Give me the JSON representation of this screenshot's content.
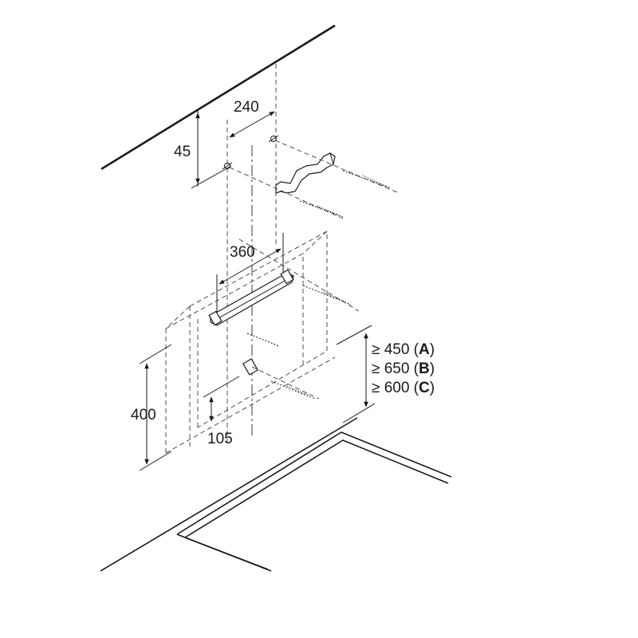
{
  "dimensions": {
    "ceiling_offset": "45",
    "top_hole_spacing": "240",
    "bracket_width": "360",
    "canopy_height": "400",
    "lower_bracket_offset": "105"
  },
  "clearances": [
    {
      "prefix": "≥ 450 (",
      "letter": "A",
      "suffix": ")"
    },
    {
      "prefix": "≥ 650 (",
      "letter": "B",
      "suffix": ")"
    },
    {
      "prefix": "≥ 600 (",
      "letter": "C",
      "suffix": ")"
    }
  ]
}
